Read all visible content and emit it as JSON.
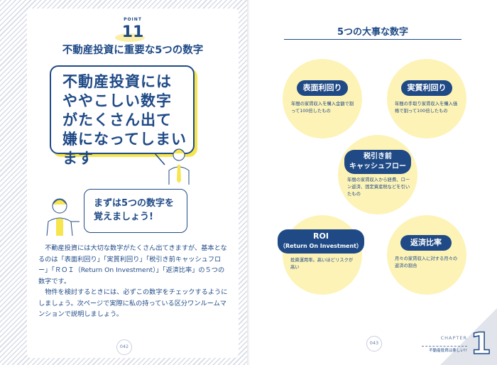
{
  "left_page": {
    "point_label": "POINT",
    "point_number": "11",
    "title": "不動産投資に重要な5つの数字",
    "bubble_main": "不動産投資にはややこしい数字がたくさん出て嫌になってしまいます",
    "bubble_reply": "まずは5つの数字を覚えましょう!",
    "paragraph1": "不動産投資には大切な数字がたくさん出てきますが、基本となるのは「表面利回り」「実質利回り」「税引き前キャッシュフロー」「ＲＯＩ（Return On Investment）」「返済比率」の５つの数字です。",
    "paragraph2": "物件を検討するときには、必ずこの数字をチェックするようにしましょう。次ページで実際に私の持っている区分ワンルームマンションで説明しましょう。",
    "page_number": "042"
  },
  "right_page": {
    "title": "5つの大事な数字",
    "items": [
      {
        "label": "表面利回り",
        "desc": "年間の家賃収入を購入金額で割って100倍したもの"
      },
      {
        "label": "実質利回り",
        "desc": "年間の手取り家賃収入を購入価格で割って100倍したもの"
      },
      {
        "label": "税引き前",
        "label2": "キャッシュフロー",
        "desc": "年間の家賃収入から経費、ローン返済、固定資産税などを引いたもの"
      },
      {
        "label": "ROI",
        "label2": "（Return On Investment）",
        "desc": "投資運用率。高いほどリスクが高い"
      },
      {
        "label": "返済比率",
        "desc": "月々の家賃収入に対する月々の返済の割合"
      }
    ],
    "page_number": "043",
    "chapter_label": "CHAPTER",
    "chapter_title": "不動産投資は楽しい!!",
    "chapter_number": "1"
  },
  "colors": {
    "navy": "#1f4a86",
    "yellow_circle": "#fdf3b6",
    "yellow_accent": "#f6e54c"
  }
}
